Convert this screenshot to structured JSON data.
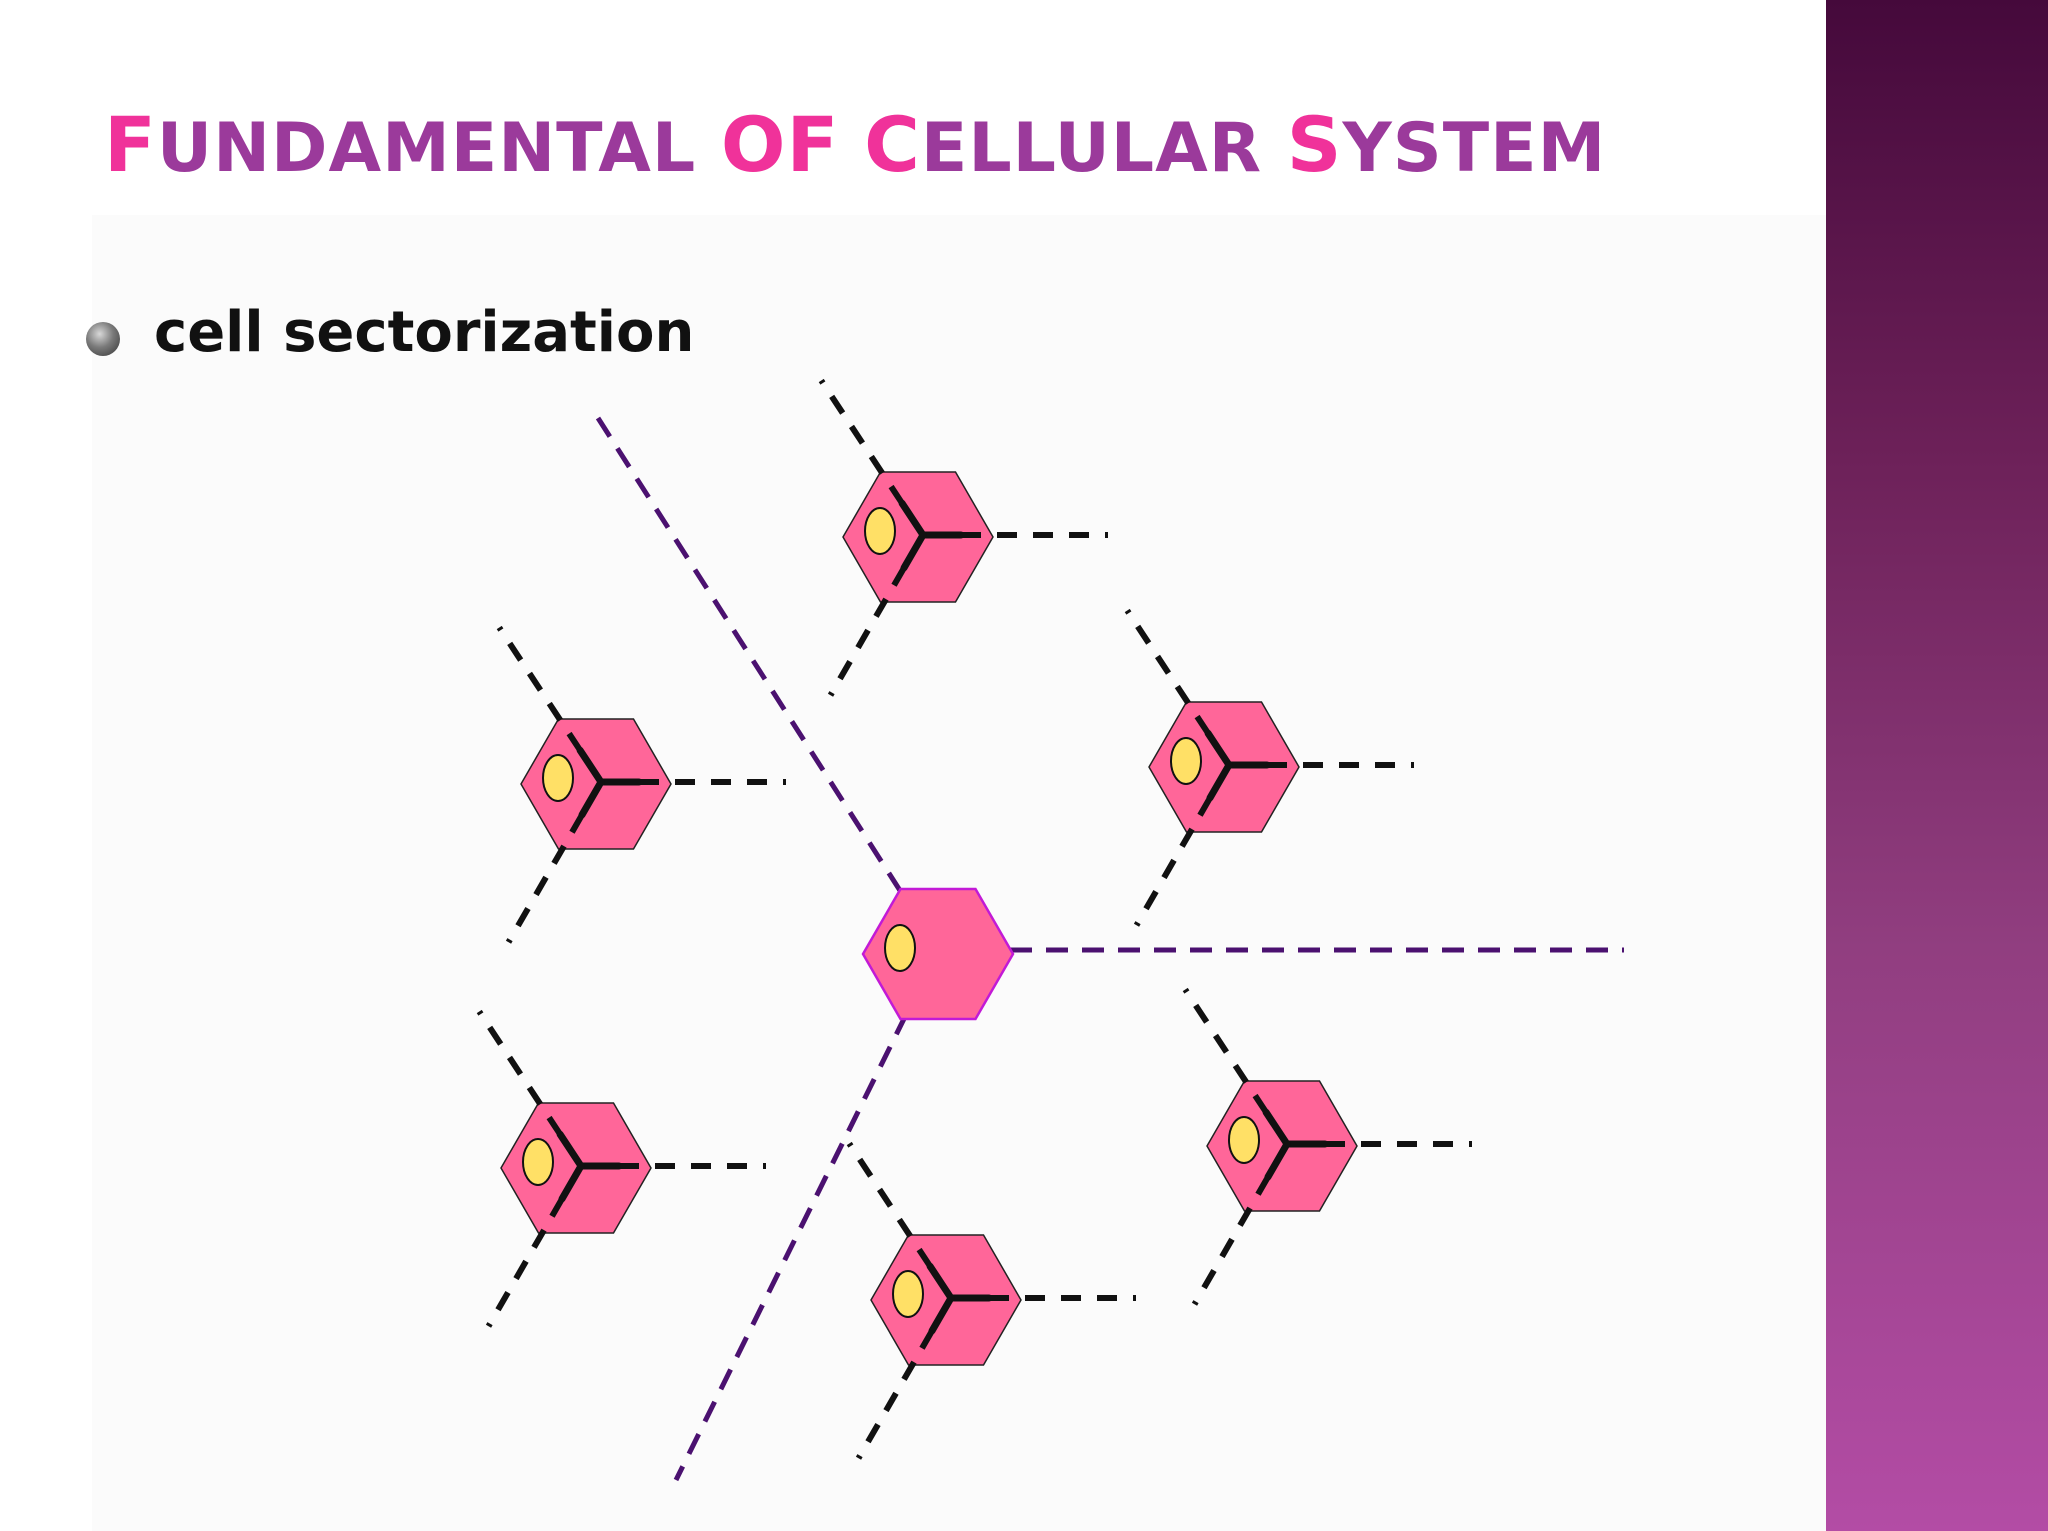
{
  "slide": {
    "title_parts": [
      {
        "cap": "F",
        "rest": "UNDAMENTAL "
      },
      {
        "cap": "OF",
        "rest": " "
      },
      {
        "cap": "C",
        "rest": "ELLULAR "
      },
      {
        "cap": "S",
        "rest": "YSTEM"
      }
    ],
    "bullet": "cell sectorization"
  },
  "colors": {
    "title": "#9b3a9b",
    "title_caps": "#f0329a",
    "cell_fill": "#ff6699",
    "antenna_dot": "#ffe066",
    "sector_line": "#4b1170",
    "side_panel": "#6d2159"
  },
  "diagram": {
    "cells": 7,
    "center_cell_highlighted": true
  }
}
